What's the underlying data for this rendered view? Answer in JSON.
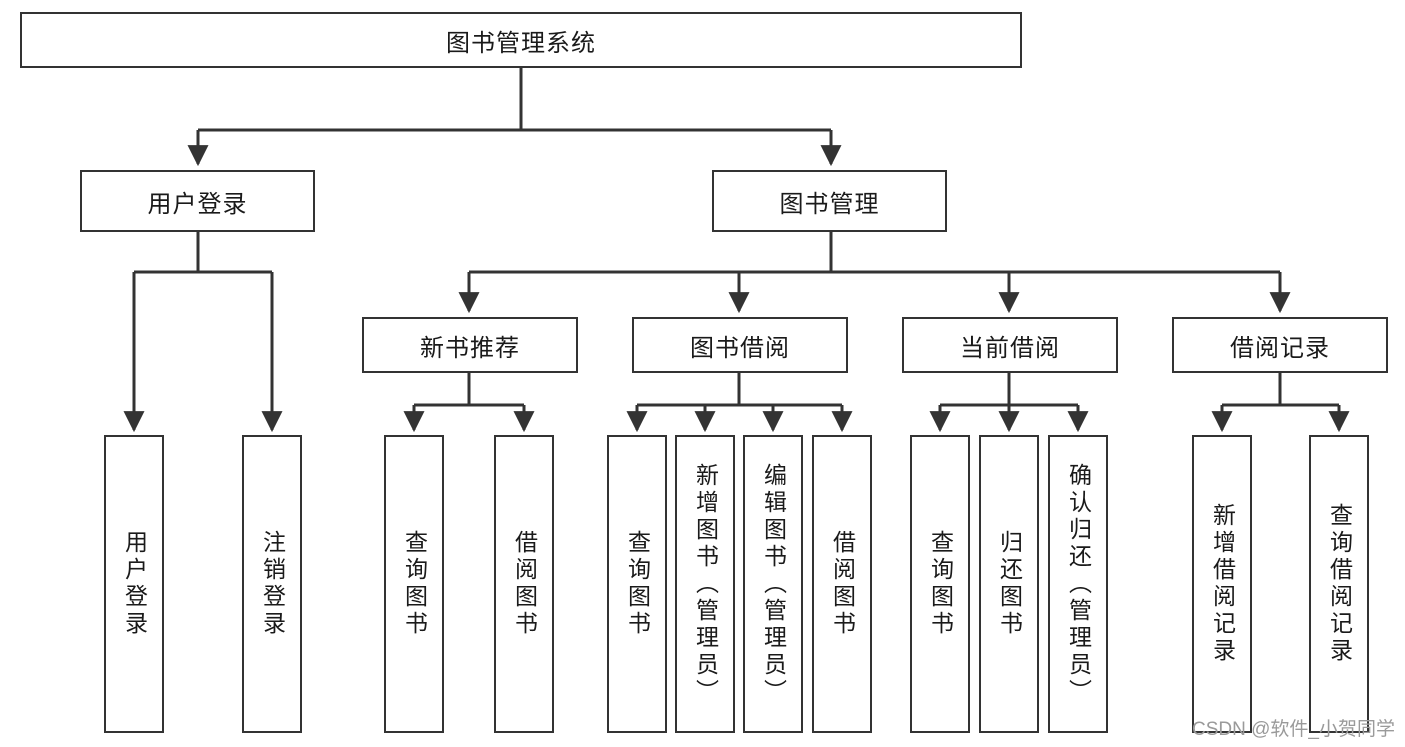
{
  "diagram": {
    "title": "图书管理系统",
    "type": "hierarchical-tree",
    "root": {
      "label": "图书管理系统"
    },
    "level2": [
      {
        "label": "用户登录"
      },
      {
        "label": "图书管理"
      }
    ],
    "level3": [
      {
        "label": "新书推荐"
      },
      {
        "label": "图书借阅"
      },
      {
        "label": "当前借阅"
      },
      {
        "label": "借阅记录"
      }
    ],
    "leaves": {
      "user_login": [
        {
          "label": "用户登录"
        },
        {
          "label": "注销登录"
        }
      ],
      "new_book_recommend": [
        {
          "label": "查询图书"
        },
        {
          "label": "借阅图书"
        }
      ],
      "book_borrow": [
        {
          "label": "查询图书"
        },
        {
          "label": "新增图书（管理员）"
        },
        {
          "label": "编辑图书（管理员）"
        },
        {
          "label": "借阅图书"
        }
      ],
      "current_borrow": [
        {
          "label": "查询图书"
        },
        {
          "label": "归还图书"
        },
        {
          "label": "确认归还（管理员）"
        }
      ],
      "borrow_record": [
        {
          "label": "新增借阅记录"
        },
        {
          "label": "查询借阅记录"
        }
      ]
    }
  },
  "watermark": {
    "text": "CSDN @软件_小贺同学"
  },
  "colors": {
    "stroke": "#333333",
    "box_fill": "#ffffff",
    "text": "#1a1a1a",
    "watermark": "#9a9a9a"
  }
}
